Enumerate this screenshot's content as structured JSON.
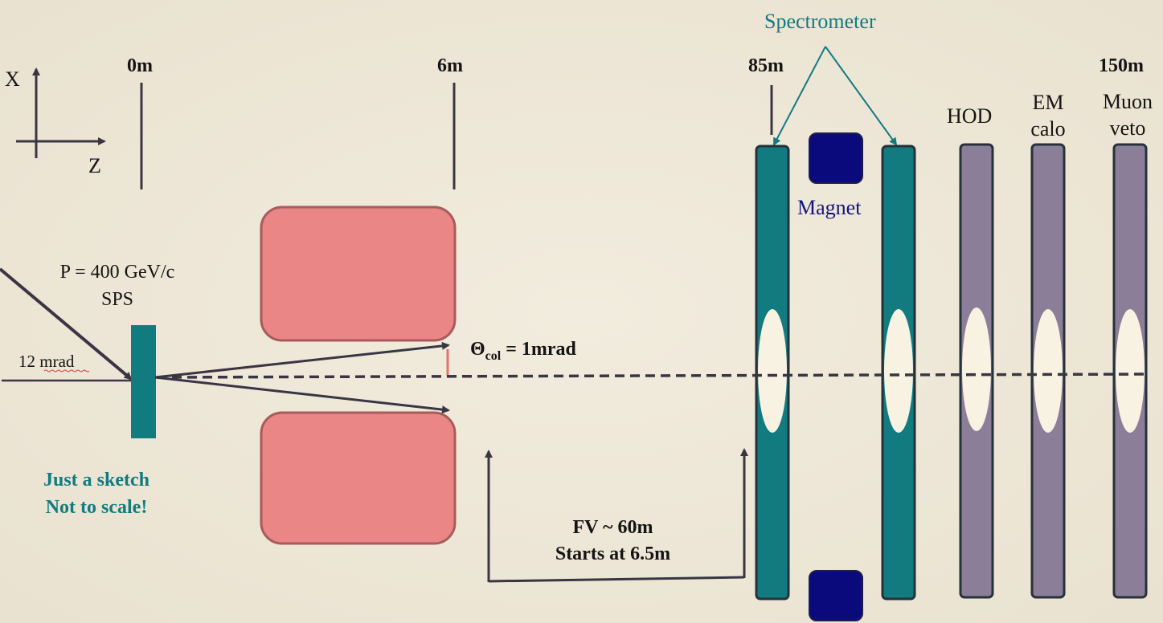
{
  "diagram": {
    "axes": {
      "x_label": "X",
      "z_label": "Z"
    },
    "positions": {
      "p0": "0m",
      "p6": "6m",
      "p85": "85m",
      "p150": "150m"
    },
    "beam": {
      "momentum": "P = 400 GeV/c",
      "source": "SPS",
      "angle": "12 mrad"
    },
    "collimation": {
      "theta_symbol": "Θ",
      "theta_sub": "col",
      "theta_value": " = 1mrad"
    },
    "note": {
      "line1": "Just a sketch",
      "line2": "Not to scale!"
    },
    "fiducial_volume": {
      "line1": "FV ~ 60m",
      "line2": "Starts at 6.5m"
    },
    "detectors": {
      "spectrometer": "Spectrometer",
      "magnet": "Magnet",
      "hod": "HOD",
      "em_calo_line1": "EM",
      "em_calo_line2": "calo",
      "muon_veto_line1": "Muon",
      "muon_veto_line2": "veto"
    },
    "colors": {
      "teal": "#127b80",
      "navy": "#0a0a7c",
      "pink": "#eb8686",
      "purple": "#8b7e98",
      "background": "#efe9da",
      "dark_line": "#3a3544"
    }
  }
}
